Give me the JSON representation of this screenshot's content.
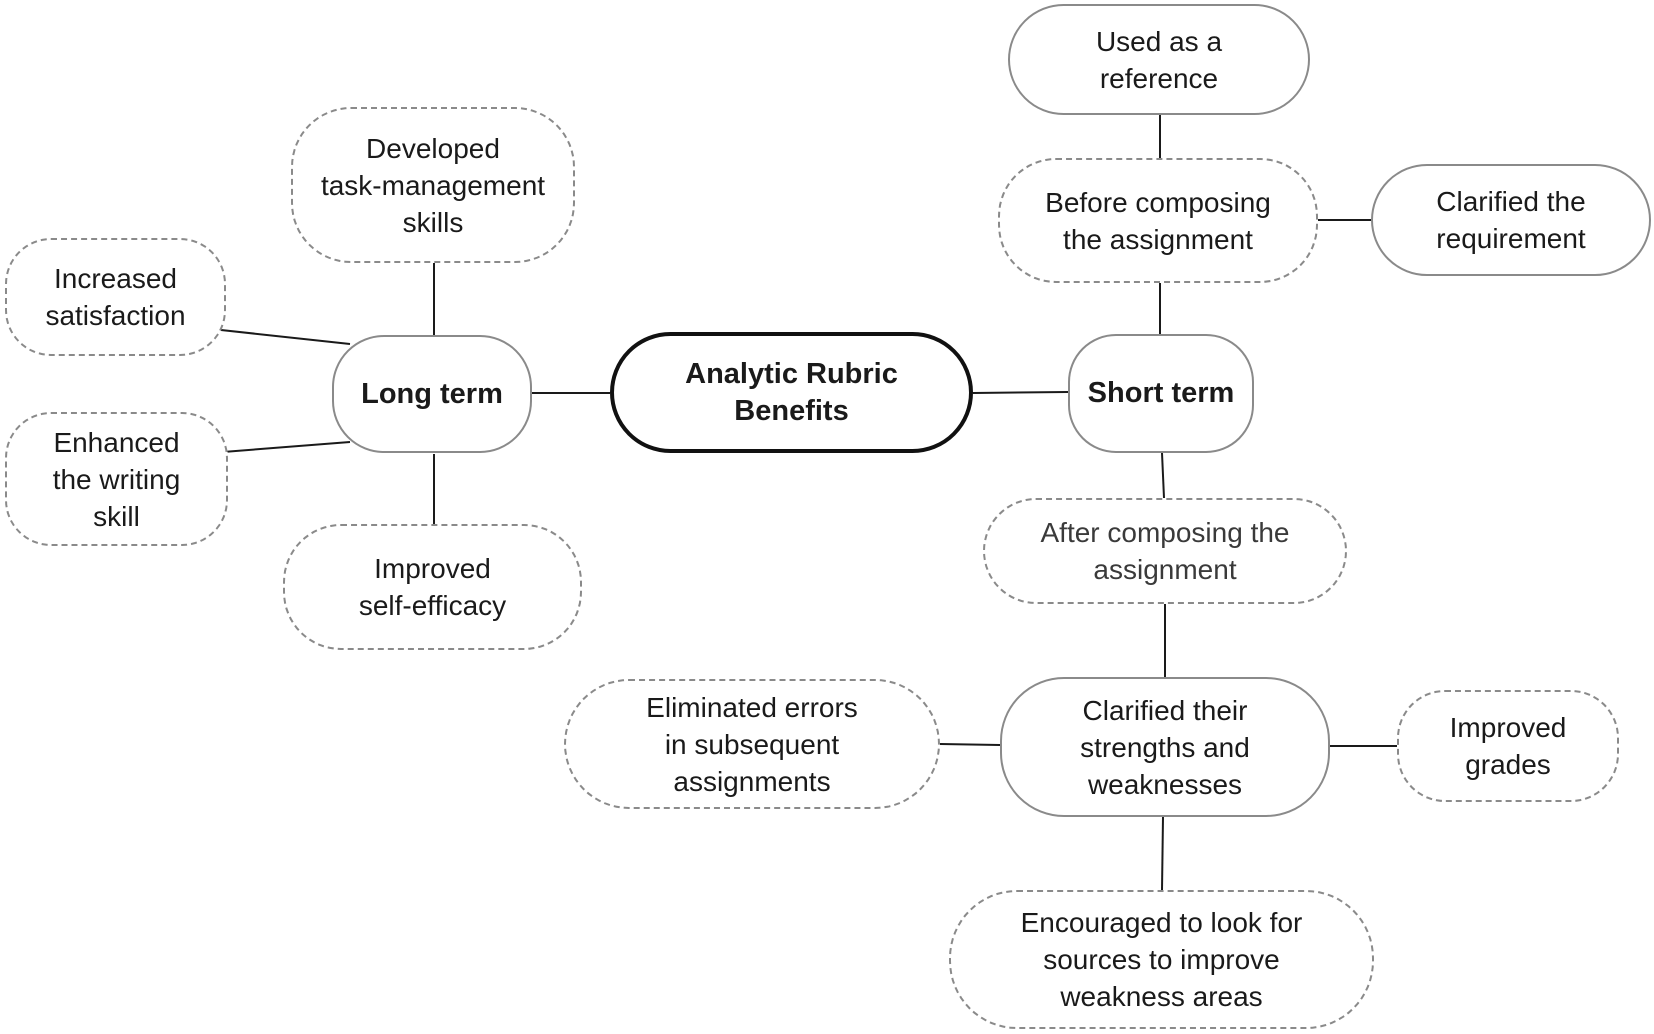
{
  "diagram": {
    "center": "Analytic Rubric\nBenefits",
    "long_term": {
      "label": "Long term",
      "items": [
        "Developed\ntask-management\nskills",
        "Increased\nsatisfaction",
        "Enhanced\nthe writing\nskill",
        "Improved\nself-efficacy"
      ]
    },
    "short_term": {
      "label": "Short term",
      "before": {
        "label": "Before composing\nthe assignment",
        "items": [
          "Used as a\nreference",
          "Clarified  the\nrequirement"
        ]
      },
      "after": {
        "label": "After composing the\nassignment",
        "clarified": "Clarified their\nstrengths and\nweaknesses",
        "items": [
          "Eliminated errors\nin subsequent\nassignments",
          "Improved\ngrades",
          "Encouraged to look for\nsources to improve\nweakness areas"
        ]
      }
    }
  },
  "colors": {
    "node_border": "#8a8a8a",
    "center_border": "#111111",
    "line": "#1a1a1a"
  }
}
